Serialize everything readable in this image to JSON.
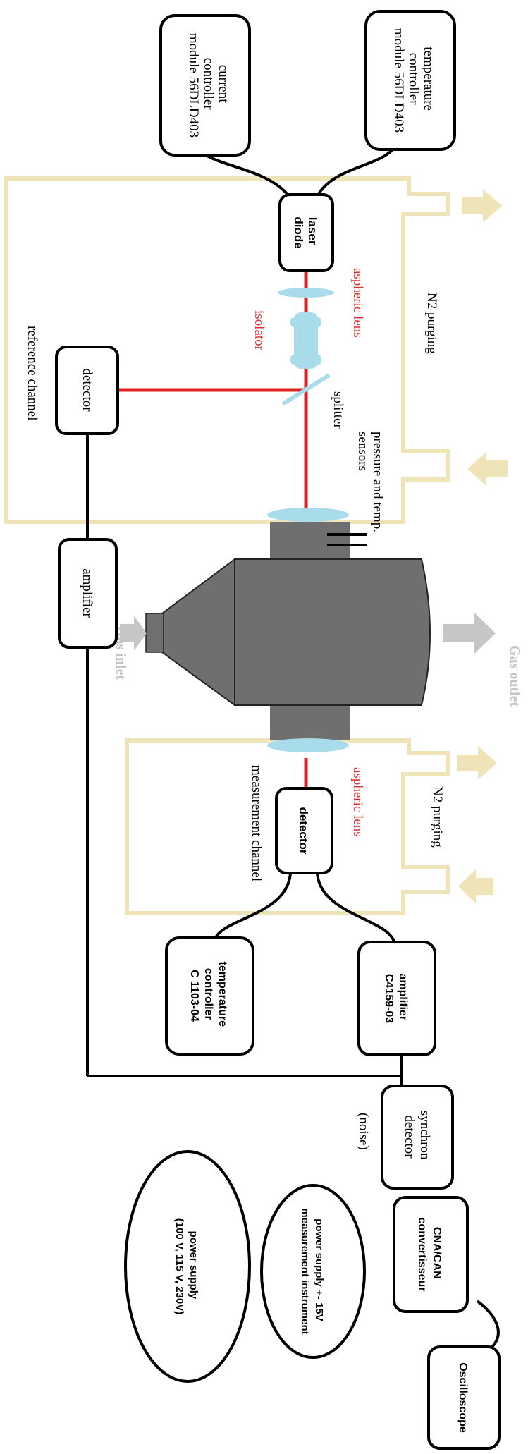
{
  "colors": {
    "enclosure": "#efe3b8",
    "laser": "#e02020",
    "optic": "#a8dcea",
    "chamber": "#6f6f6f",
    "gas_arrow": "#c6c6c6",
    "gas_label": "#c4c4c4",
    "red_label": "#e03030",
    "line": "#000000"
  },
  "boxes": {
    "current_controller": [
      "current",
      "controller",
      "module 56DLD403"
    ],
    "temperature_controller_top": [
      "temperature",
      "controller",
      "module 56DLD403"
    ],
    "laser_diode": [
      "laser",
      "diode"
    ],
    "reference_detector": [
      "detector"
    ],
    "reference_amplifier": [
      "amplifier"
    ],
    "measurement_detector": [
      "detector"
    ],
    "temperature_controller_bottom": [
      "temperature",
      "controller",
      "C 1103-04"
    ],
    "amplifier_c4159": [
      "amplifier",
      "C4159-03"
    ],
    "synchron_detector": [
      "synchron",
      "detector"
    ],
    "converter": [
      "CNA/CAN",
      "convertisseur"
    ],
    "oscilloscope": [
      "Oscilloscope"
    ],
    "power_supply_measurement": [
      "power supply +- 15V",
      "measurement instrument"
    ],
    "power_supply_mains": [
      "power supply",
      "(100 V, 115 V, 230V)"
    ]
  },
  "labels": {
    "n2_purging_top": "N2 purging",
    "n2_purging_bottom": "N2 purging",
    "aspheric_lens_top": "aspheric lens",
    "aspheric_lens_bottom": "aspheric lens",
    "isolator": "isolator",
    "splitter": "splitter",
    "pressure_temp_sensors": [
      "pressure and temp.",
      "sensors"
    ],
    "reference_channel": "reference channel",
    "measurement_channel": "measurement channel",
    "gas_inlet": "Gas inlet",
    "gas_outlet": "Gas outlet",
    "noise": "(noise)"
  }
}
